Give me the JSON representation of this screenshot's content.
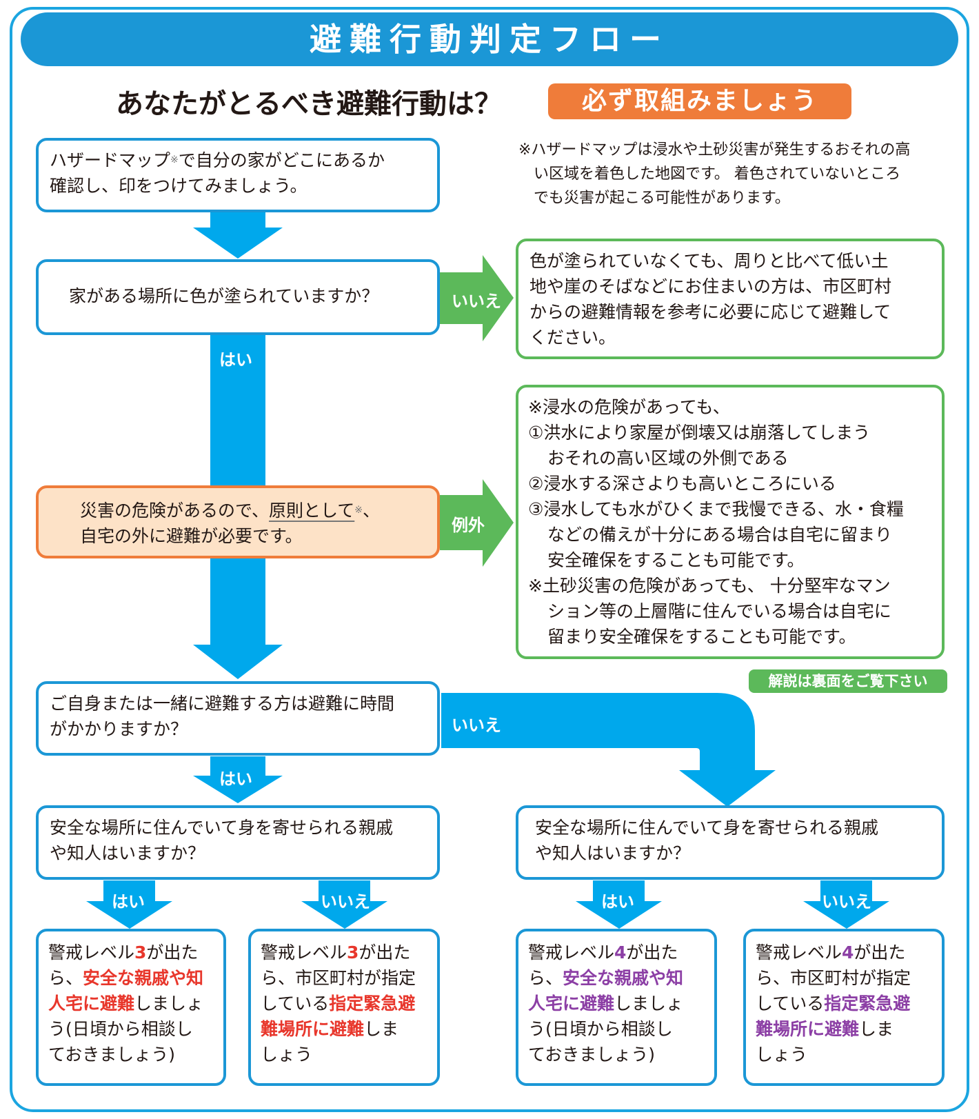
{
  "title": "避難行動判定フロー",
  "headline": "あなたがとるべき避難行動は？",
  "must_badge": "必ず取組みましょう",
  "footnote": [
    "※ハザードマップは浸水や土砂災害が発生するおそれの高",
    "い区域を着色した地図です。 着色されていないところ",
    "でも災害が起こる可能性があります。"
  ],
  "step1": {
    "a": "ハザードマップ",
    "mark": "※",
    "b": "で自分の家がどこにあるか",
    "line2": "確認し、印をつけてみましょう。"
  },
  "q_colored": "家がある場所に色が塗られていますか？",
  "label_no": "いいえ",
  "label_yes": "はい",
  "label_exception": "例外",
  "no_color_advice": [
    "色が塗られていなくても、周りと比べて低い土",
    "地や崖のそばなどにお住まいの方は、市区町村",
    "からの避難情報を参考に必要に応じて避難して",
    "ください。"
  ],
  "danger_box": {
    "a": "災害の危険があるので、",
    "b": "原則として",
    "c": "※",
    "d": "、",
    "line2": "自宅の外に避難が必要です。"
  },
  "exception": {
    "l1": "※浸水の危険があっても、",
    "l2": "①洪水により家屋が倒壊又は崩落してしまう",
    "l3": "おそれの高い区域の外側である",
    "l4": "②浸水する深さよりも高いところにいる",
    "l5": "③浸水しても水がひくまで我慢できる、水・食糧",
    "l6": "などの備えが十分にある場合は自宅に留まり",
    "l7": "安全確保をすることも可能です。",
    "l8": "※土砂災害の危険があっても、 十分堅牢なマン",
    "l9": "ション等の上層階に住んでいる場合は自宅に",
    "l10": "留まり安全確保をすることも可能です。"
  },
  "see_back": "解説は裏面をご覧下さい",
  "q_time": [
    "ご自身または一緒に避難する方は避難に時間",
    "がかかりますか？"
  ],
  "q_relatives": [
    "安全な場所に住んでいて身を寄せられる親戚",
    "や知人はいますか？"
  ],
  "results": {
    "r1": {
      "a": "警戒レベル",
      "num": "3",
      "b": "が出た",
      "c": "ら、",
      "d": "安全な親戚や知",
      "e": "人宅に避難",
      "f": "しましょ",
      "g": "う(日頃から相談し",
      "h": "ておきましょう)"
    },
    "r2": {
      "a": "警戒レベル",
      "num": "3",
      "b": "が出た",
      "c": "ら、市区町村が指定",
      "d": "している",
      "e": "指定緊急避",
      "f": "難場所に避難",
      "g": "しま",
      "h": "しょう"
    },
    "r3": {
      "a": "警戒レベル",
      "num": "4",
      "b": "が出た",
      "c": "ら、",
      "d": "安全な親戚や知",
      "e": "人宅に避難",
      "f": "しましょ",
      "g": "う(日頃から相談し",
      "h": "ておきましょう)"
    },
    "r4": {
      "a": "警戒レベル",
      "num": "4",
      "b": "が出た",
      "c": "ら、市区町村が指定",
      "d": "している",
      "e": "指定緊急避",
      "f": "難場所に避難",
      "g": "しま",
      "h": "しょう"
    }
  },
  "colors": {
    "blue": "#1b97d6",
    "arrow": "#00a8ec",
    "green": "#5cb95a",
    "orange": "#ef7c3a",
    "red": "#e8372c",
    "purple": "#8c3fa5"
  }
}
